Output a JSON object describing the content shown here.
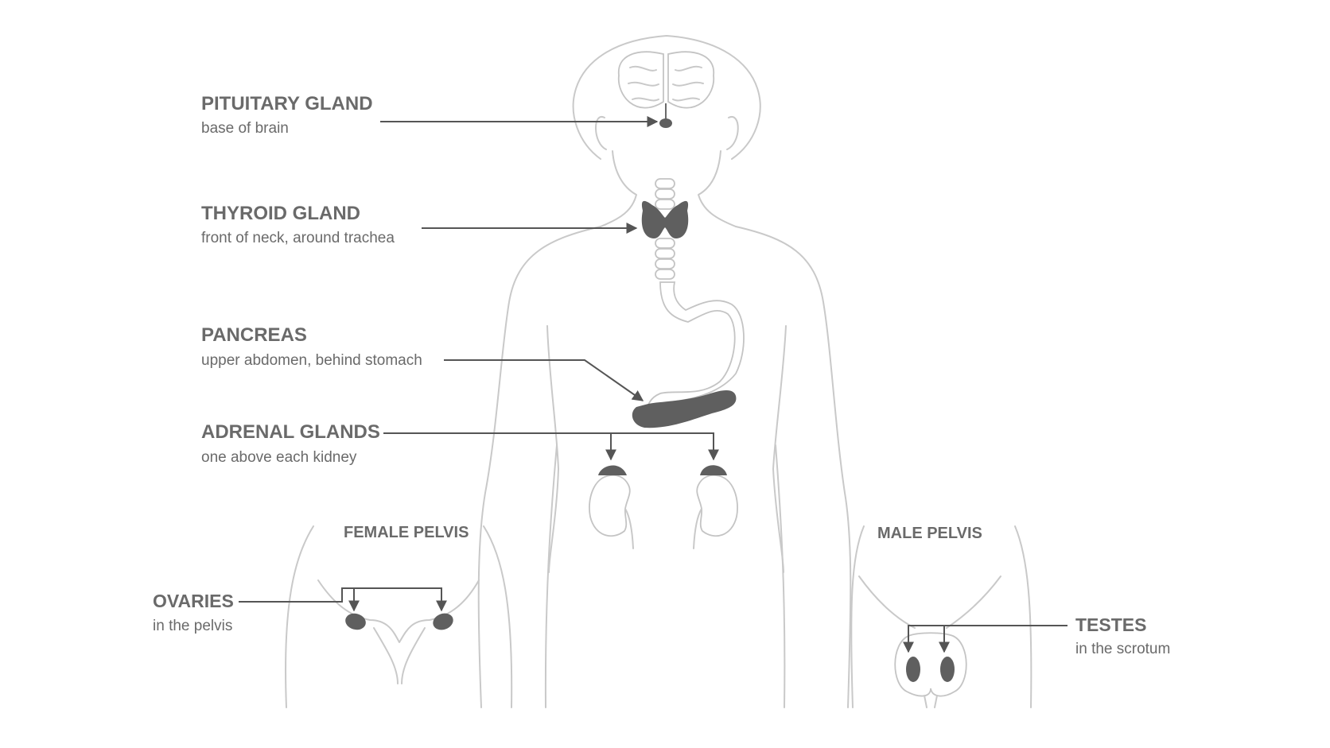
{
  "labels": {
    "pituitary": {
      "title": "PITUITARY GLAND",
      "subtitle": "base of brain"
    },
    "thyroid": {
      "title": "THYROID GLAND",
      "subtitle": "front of neck, around trachea"
    },
    "pancreas": {
      "title": "PANCREAS",
      "subtitle": "upper abdomen, behind stomach"
    },
    "adrenal": {
      "title": "ADRENAL GLANDS",
      "subtitle": "one above each kidney"
    },
    "ovaries": {
      "title": "OVARIES",
      "subtitle": "in the pelvis"
    },
    "testes": {
      "title": "TESTES",
      "subtitle": "in the scrotum"
    }
  },
  "sections": {
    "female_pelvis": "FEMALE PELVIS",
    "male_pelvis": "MALE PELVIS"
  },
  "colors": {
    "text": "#6a6a6a",
    "gland": "#5f5f5f",
    "outline": "#c9c9c9",
    "leader": "#555555"
  }
}
